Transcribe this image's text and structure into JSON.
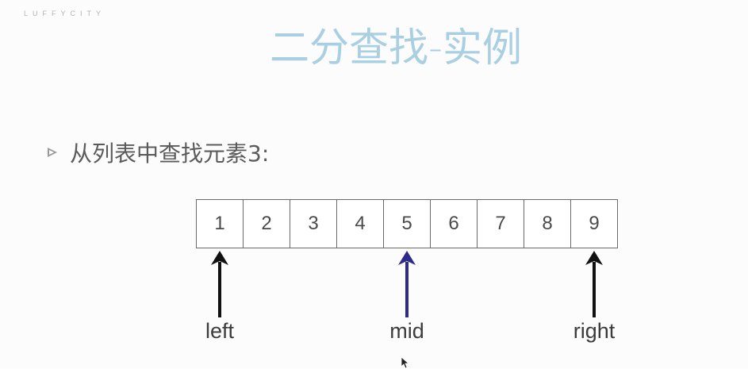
{
  "slide": {
    "brand": "LUFFYCITY",
    "title": "二分查找-实例",
    "bullet": "从列表中查找元素3:"
  },
  "array": {
    "cells": [
      "1",
      "2",
      "3",
      "4",
      "5",
      "6",
      "7",
      "8",
      "9"
    ]
  },
  "pointers": [
    {
      "label": "left",
      "index": 0,
      "color": "#111111"
    },
    {
      "label": "mid",
      "index": 4,
      "color": "#2e2a8c"
    },
    {
      "label": "right",
      "index": 8,
      "color": "#111111"
    }
  ],
  "colors": {
    "title": "#a9cfe2",
    "text": "#5b5b5b",
    "cell_border": "#6a6a6a"
  }
}
